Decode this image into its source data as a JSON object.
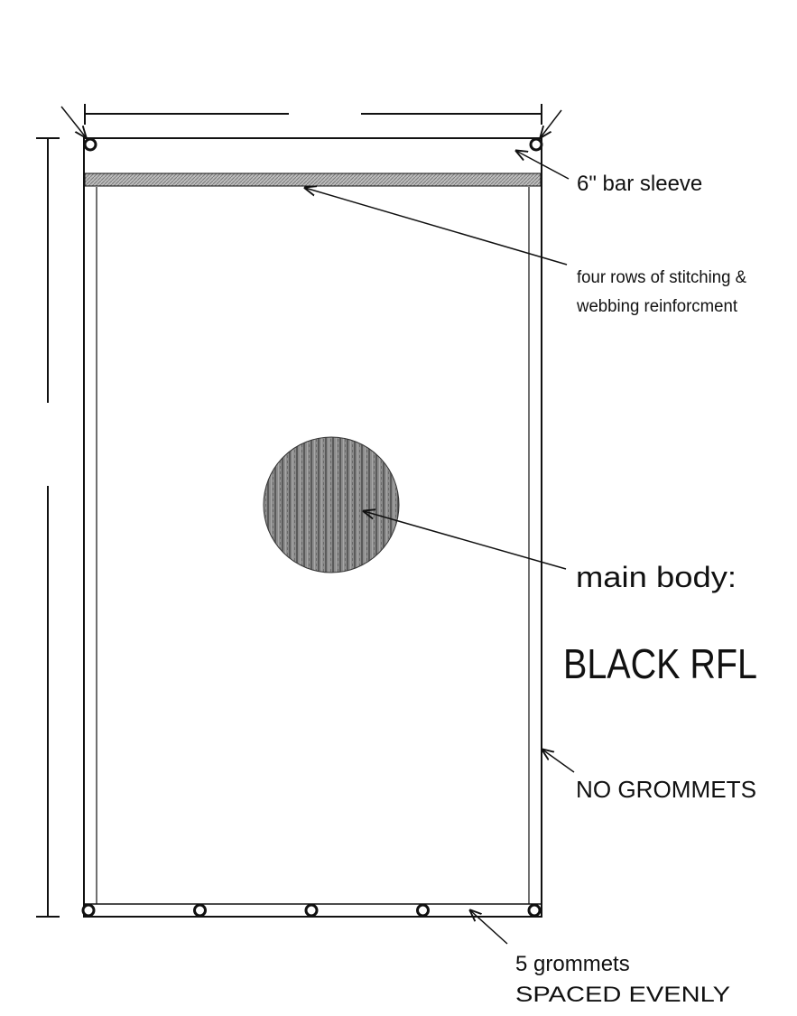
{
  "labels": {
    "bar_sleeve": "6\" bar sleeve",
    "stitching_line1": "four rows of stitching &",
    "stitching_line2": "webbing reinforcment",
    "main_body": "main body:",
    "material": "BLACK RFL",
    "no_grommets": "NO GROMMETS",
    "grommets_line1": "5 grommets",
    "grommets_line2": "SPACED EVENLY"
  },
  "grommet_count": 5,
  "colors": {
    "ink": "#111111",
    "hatch": "#8a8a8a",
    "swatch": "#6e6e6e"
  }
}
